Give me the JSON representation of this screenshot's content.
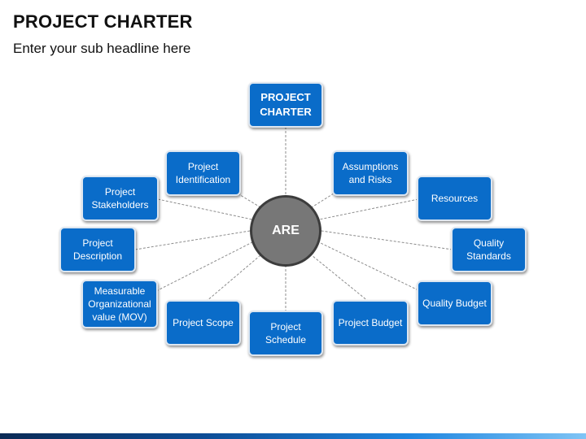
{
  "slide": {
    "title": "PROJECT CHARTER",
    "subtitle": "Enter your sub headline here"
  },
  "diagram": {
    "center_label": "ARE",
    "top_node": "PROJECT\nCHARTER",
    "nodes": {
      "project_identification": "Project\nIdentification",
      "project_stakeholders": "Project\nStakeholders",
      "project_description": "Project\nDescription",
      "measurable_value": "Measurable\nOrganizational\nvalue (MOV)",
      "project_scope": "Project Scope",
      "project_schedule": "Project\nSchedule",
      "project_budget": "Project Budget",
      "quality_budget": "Quality Budget",
      "quality_standards": "Quality\nStandards",
      "resources": "Resources",
      "assumptions_and_risks": "Assumptions\nand Risks"
    }
  },
  "colors": {
    "node_fill": "#0a6cc9",
    "hub_fill": "#777777",
    "connector": "#8c8c8c"
  }
}
